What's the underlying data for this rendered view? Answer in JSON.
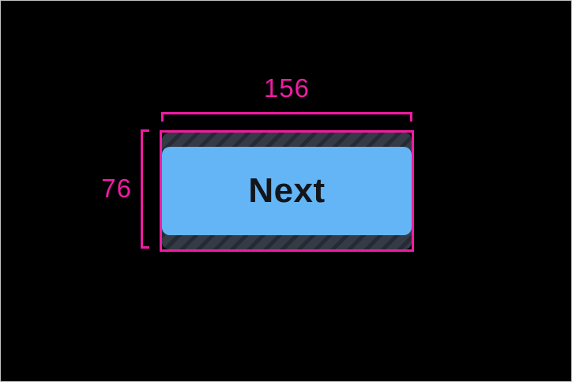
{
  "colors": {
    "canvas_bg": "#000000",
    "frame_border": "#c2c2c2",
    "accent": "#f21ba3",
    "button_fill": "#64b5f6",
    "button_text": "#12151a",
    "padding_base": "#353b46",
    "padding_stripe": "#262a33"
  },
  "dimensions": {
    "width": "156",
    "height": "76"
  },
  "button": {
    "label": "Next"
  }
}
